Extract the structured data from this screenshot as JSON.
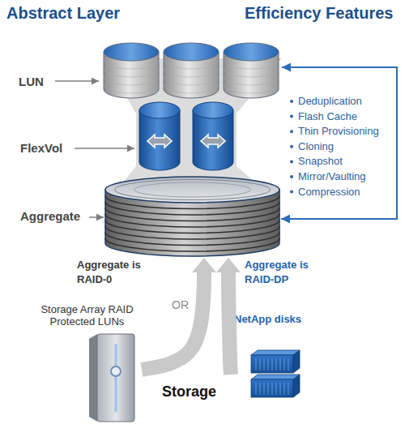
{
  "diagram": {
    "nodes": [
      {
        "text": [
          "LUN"
        ]
      },
      {
        "text": [
          "FlexVol"
        ]
      },
      {
        "text": [
          "Aggregate"
        ]
      },
      {
        "text": [
          "Storage Array RAID Protected LUNs"
        ]
      },
      {
        "text": [
          "NetApp disks"
        ]
      }
    ],
    "edges": [
      {
        "from": 0,
        "to": 2,
        "arrow": "both"
      },
      {
        "from": 3,
        "to": 2,
        "label": "Aggregate is RAID-0",
        "arrow": "to"
      },
      {
        "from": 4,
        "to": 2,
        "label": "Aggregate is RAID-DP",
        "arrow": "to"
      }
    ],
    "labels": [
      "Abstract Layer",
      "Efficiency Features",
      "Deduplication",
      "Flash Cache",
      "Thin Provisioning",
      "Cloning",
      "Snapshot",
      "Mirror/Vaulting",
      "Compression",
      "OR",
      "Storage"
    ]
  }
}
